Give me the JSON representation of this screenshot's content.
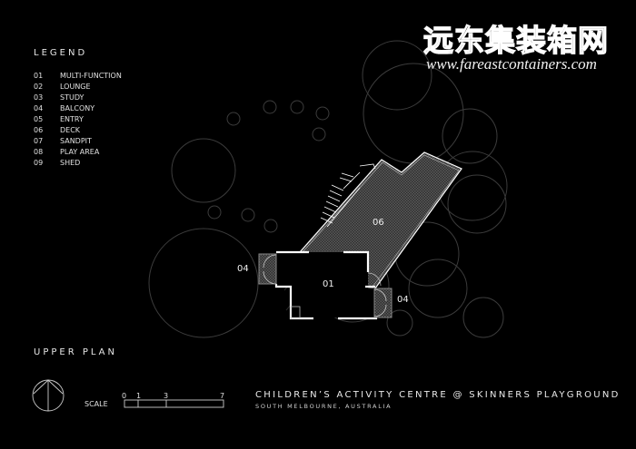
{
  "watermark": {
    "chinese": "远东集装箱网",
    "url": "www.fareastcontainers.com"
  },
  "legend": {
    "title": "LEGEND",
    "items": [
      {
        "num": "01",
        "label": "MULTI-FUNCTION"
      },
      {
        "num": "02",
        "label": "LOUNGE"
      },
      {
        "num": "03",
        "label": "STUDY"
      },
      {
        "num": "04",
        "label": "BALCONY"
      },
      {
        "num": "05",
        "label": "ENTRY"
      },
      {
        "num": "06",
        "label": "DECK"
      },
      {
        "num": "07",
        "label": "SANDPIT"
      },
      {
        "num": "08",
        "label": "PLAY AREA"
      },
      {
        "num": "09",
        "label": "SHED"
      }
    ]
  },
  "plan": {
    "title": "UPPER PLAN",
    "room_labels": {
      "multi_function": "01",
      "deck": "06",
      "balcony_left": "04",
      "balcony_right": "04"
    }
  },
  "scale": {
    "label": "SCALE",
    "ticks": [
      "0",
      "1",
      "3",
      "7"
    ]
  },
  "project": {
    "title": "CHILDREN’S ACTIVITY CENTRE @ SKINNERS PLAYGROUND",
    "subtitle": "SOUTH MELBOURNE, AUSTRALIA"
  },
  "colors": {
    "background": "#000000",
    "text": "#e8e8e8",
    "tree_outline": "#3a3a3a",
    "wall": "#ffffff",
    "deck_fill": "#3c3c3c"
  }
}
